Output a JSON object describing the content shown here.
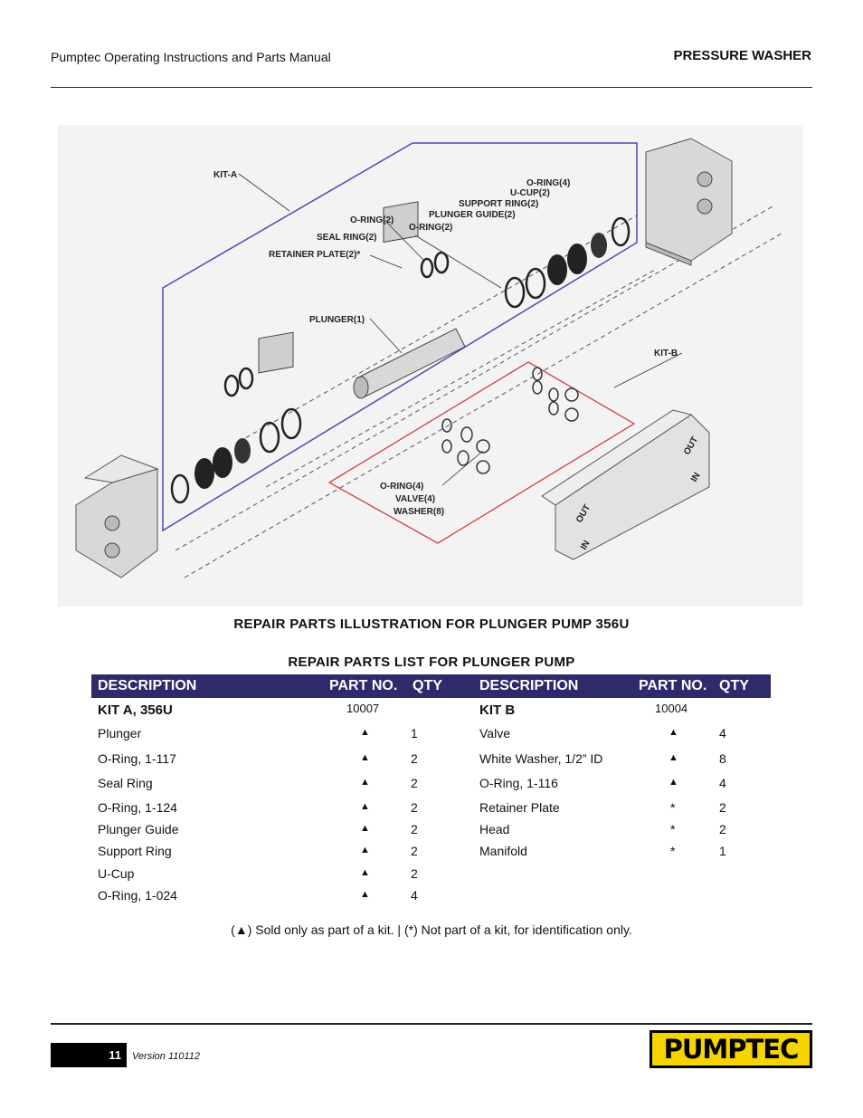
{
  "header": {
    "left_title": "Pumptec Operating Instructions and Parts Manual",
    "right_title": "PRESSURE WASHER"
  },
  "illustration": {
    "labels": {
      "kit_a": "KIT-A",
      "kit_b": "KIT-B",
      "oring4_top": "O-RING(4)",
      "ucup": "U-CUP(2)",
      "support_ring": "SUPPORT RING(2)",
      "plunger_guide": "PLUNGER GUIDE(2)",
      "oring2_b": "O-RING(2)",
      "oring2_a": "O-RING(2)",
      "seal_ring": "SEAL RING(2)",
      "retainer_plate": "RETAINER PLATE(2)*",
      "plunger": "PLUNGER(1)",
      "oring4_bottom": "O-RING(4)",
      "valve": "VALVE(4)",
      "washer": "WASHER(8)",
      "out1": "OUT",
      "in1": "IN",
      "out2": "OUT",
      "in2": "IN"
    }
  },
  "captions": {
    "illustration": "REPAIR PARTS ILLUSTRATION FOR PLUNGER PUMP 356U",
    "list": "REPAIR PARTS LIST FOR PLUNGER PUMP"
  },
  "table": {
    "headers": {
      "description": "DESCRIPTION",
      "part_no": "PART NO.",
      "qty": "QTY"
    },
    "left": {
      "kit_name": "KIT A, 356U",
      "kit_part_no": "10007",
      "rows": [
        {
          "description": "Plunger",
          "mark": "▲",
          "qty": "1"
        },
        {
          "description": "O-Ring, 1-117",
          "mark": "▲",
          "qty": "2"
        },
        {
          "description": "Seal Ring",
          "mark": "▲",
          "qty": "2"
        },
        {
          "description": "O-Ring, 1-124",
          "mark": "▲",
          "qty": "2"
        },
        {
          "description": "Plunger Guide",
          "mark": "▲",
          "qty": "2"
        },
        {
          "description": "Support Ring",
          "mark": "▲",
          "qty": "2"
        },
        {
          "description": "U-Cup",
          "mark": "▲",
          "qty": "2"
        },
        {
          "description": "O-Ring, 1-024",
          "mark": "▲",
          "qty": "4"
        }
      ]
    },
    "right": {
      "kit_name": "KIT B",
      "kit_part_no": "10004",
      "rows": [
        {
          "description": "Valve",
          "mark": "▲",
          "qty": "4"
        },
        {
          "description": "White Washer, 1/2” ID",
          "mark": "▲",
          "qty": "8"
        },
        {
          "description": "O-Ring, 1-116",
          "mark": "▲",
          "qty": "4"
        },
        {
          "description": "Retainer Plate",
          "mark": "*",
          "qty": "2"
        },
        {
          "description": "Head",
          "mark": "*",
          "qty": "2"
        },
        {
          "description": "Manifold",
          "mark": "*",
          "qty": "1"
        }
      ]
    }
  },
  "footnote": "(▲) Sold only as part of a kit.  |  (*) Not part of a kit, for identification only.",
  "footer": {
    "page_number": "11",
    "version": "Version 110112",
    "logo_text": "PUMPTEC"
  }
}
